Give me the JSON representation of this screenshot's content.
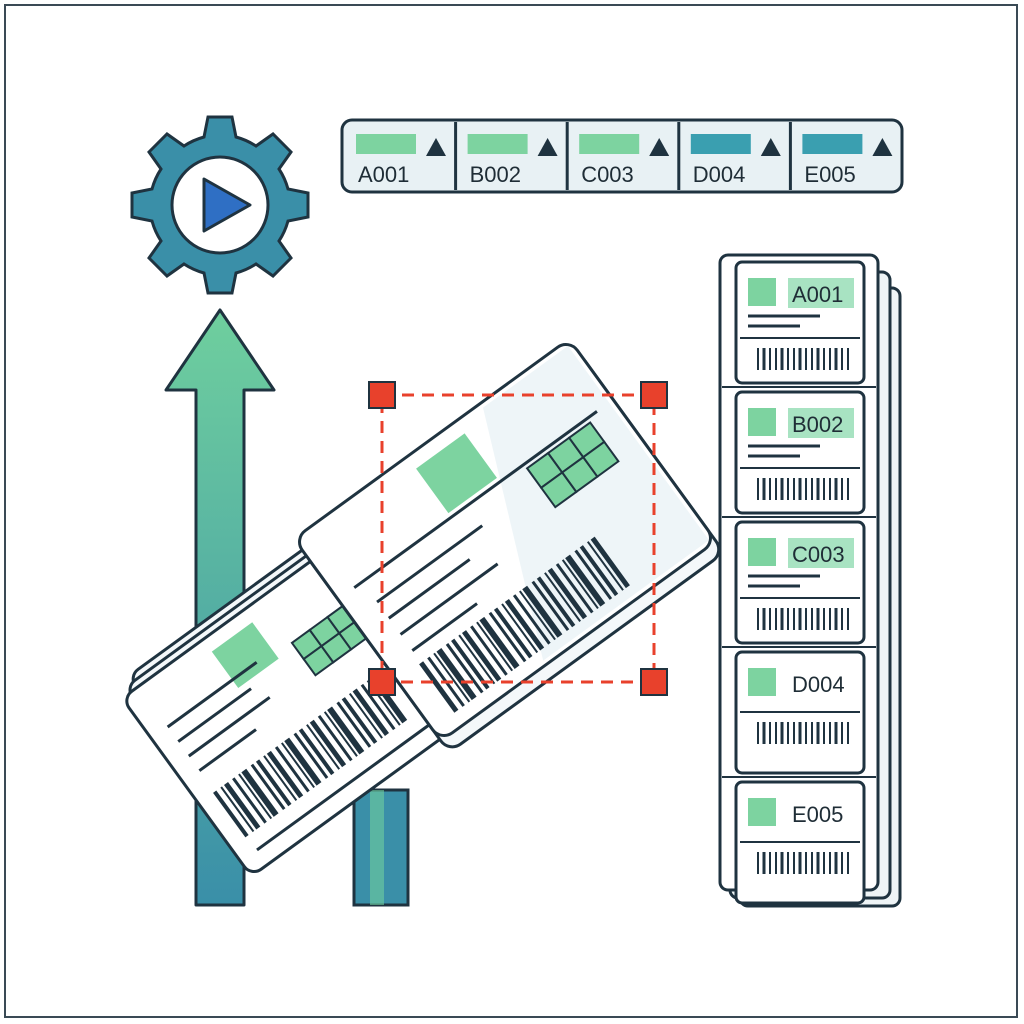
{
  "header_strip": {
    "labels": [
      "A001",
      "B002",
      "C003",
      "D004",
      "E005"
    ]
  },
  "label_stack": {
    "labels": [
      "A001",
      "B002",
      "C003",
      "D004",
      "E005"
    ]
  },
  "colors": {
    "outline": "#1f3340",
    "teal": "#3a8fa8",
    "green": "#7dd3a0",
    "light_panel": "#e8f1f4",
    "handle_red": "#e8412c",
    "play_blue": "#2f6fc4"
  },
  "icons": [
    "gear-play-icon",
    "up-arrow-icon",
    "sort-up-icon"
  ]
}
